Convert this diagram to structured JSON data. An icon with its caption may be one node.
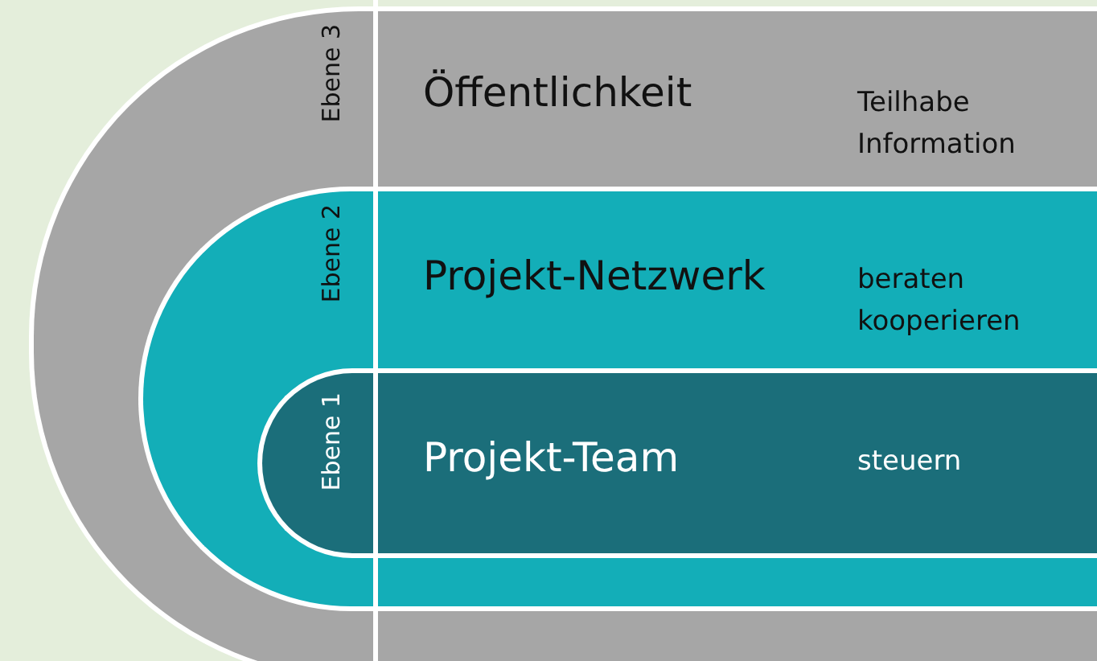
{
  "diagram": {
    "nodes": [
      {
        "text": [
          "Ebene 3",
          "Öffentlichkeit",
          "Teilhabe Information"
        ]
      },
      {
        "text": [
          "Ebene 2",
          "Projekt-Netzwerk",
          "beraten kooperieren"
        ],
        "in": 0
      },
      {
        "text": [
          "Ebene 1",
          "Projekt-Team",
          "steuern"
        ],
        "in": 1
      }
    ],
    "edges": []
  }
}
